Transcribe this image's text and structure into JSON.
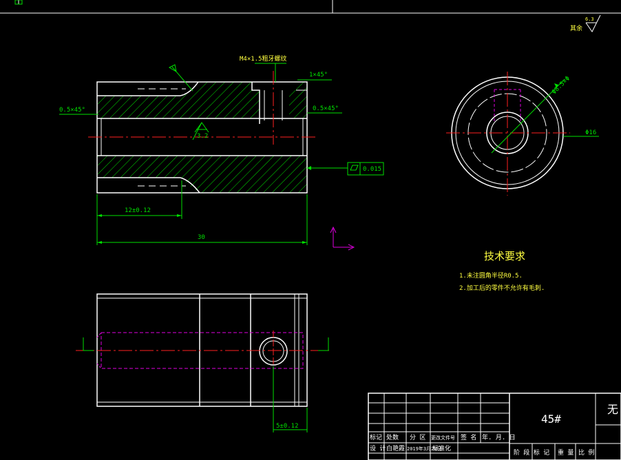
{
  "annotations": {
    "thread_note": "M4×1.5粗牙螺纹",
    "chamfer_top_right": "1×45°",
    "chamfer_left": "0.5×45°",
    "chamfer_right": "0.5×45°",
    "roughness_center": "3.2",
    "flatness_tolerance": "0.015",
    "dim_12": "12±0.12",
    "dim_30": "30",
    "dim_5": "5±0.12",
    "dim_phi16": "Φ16",
    "dim_phi_bolt": "Φ8.5×Φ",
    "roughness_top": "6.3",
    "roughness_rest": "其余"
  },
  "tech_req": {
    "title": "技术要求",
    "item1": "1.未注圆角半径R0.5.",
    "item2": "2.加工后的零件不允许有毛刺."
  },
  "title_block": {
    "material": "45#",
    "row_labels": [
      "标记",
      "处数",
      "分 区",
      "更改文件号",
      "签 名",
      "年. 月. 日"
    ],
    "row2": [
      "设 计",
      "白艳霞",
      "2019年3月20日",
      "标准化"
    ],
    "stage_labels": [
      "阶 段 标 记",
      "重 量",
      "比 例"
    ],
    "partial_right": "无"
  },
  "colors": {
    "outline": "#ffffff",
    "dimension": "#00e000",
    "center": "#ff2020",
    "hidden": "#e000e0",
    "thread": "#ffff40"
  }
}
